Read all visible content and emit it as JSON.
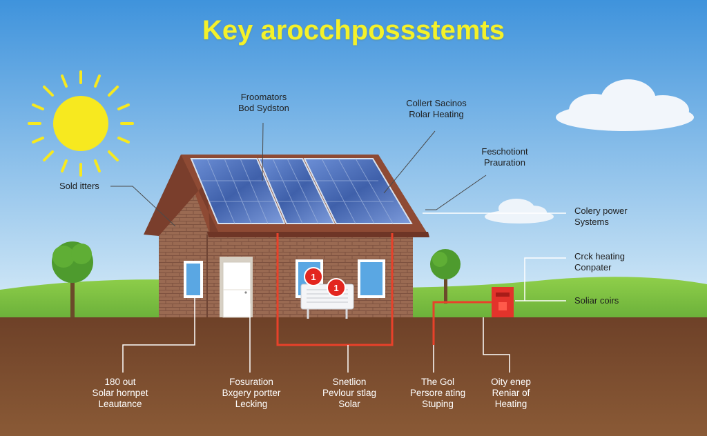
{
  "title": "Key arocchpossstemts",
  "labels": {
    "roof_top": [
      "Froomators",
      "Bod Sydston"
    ],
    "roof_right": [
      "Collert Sacinos",
      "Rolar Heating"
    ],
    "right_upper": [
      "Feschotiont",
      "Prauration"
    ],
    "left_side": [
      "Sold itters"
    ],
    "right_power": [
      "Colery power",
      "Systems"
    ],
    "right_heating": [
      "Crck heating",
      "Conpater"
    ],
    "right_coils": [
      "Soliar coirs"
    ],
    "bottom_1": [
      "180 out",
      "Solar hornpet",
      "Leautance"
    ],
    "bottom_2": [
      "Fosuration",
      "Bxgery portter",
      "Lecking"
    ],
    "bottom_3": [
      "Snetlion",
      "Pevlour stlag",
      "Solar"
    ],
    "bottom_4": [
      "The Gol",
      "Persore ating",
      "Stuping"
    ],
    "bottom_5": [
      "Oity enep",
      "Reniar of",
      "Heating"
    ]
  },
  "markers": [
    "1",
    "1"
  ],
  "colors": {
    "sky_top": "#3f93dc",
    "sky_bottom": "#d8ecf8",
    "grass": "#7bbf3f",
    "soil": "#7a4a2c",
    "brick": "#9a6a52",
    "roof": "#8e4a34",
    "panel": "#3d5fa6",
    "pipe": "#e8412a",
    "sun": "#f7e91f",
    "title": "#f4f12a"
  }
}
